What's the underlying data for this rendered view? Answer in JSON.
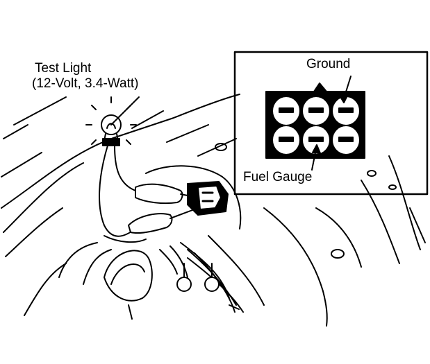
{
  "labels": {
    "test_light_line1": "Test Light",
    "test_light_line2": "(12-Volt, 3.4-Watt)",
    "ground": "Ground",
    "fuel_gauge": "Fuel Gauge"
  },
  "connector": {
    "terminal_rows": 2,
    "terminal_columns": 3
  },
  "colors": {
    "ink": "#000000",
    "background": "#ffffff"
  }
}
